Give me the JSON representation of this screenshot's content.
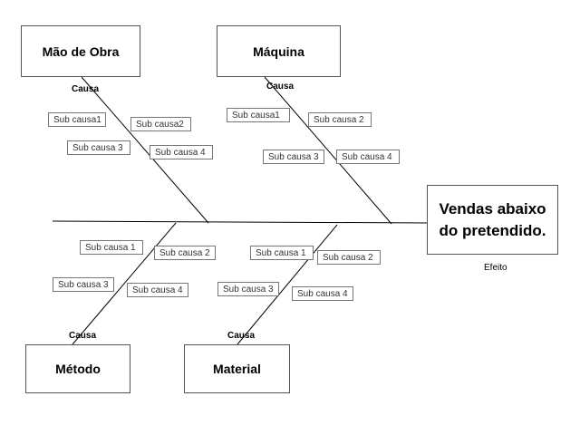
{
  "effect": {
    "line1": "Vendas abaixo",
    "line2": "do pretendido.",
    "label": "Efeito"
  },
  "causes": {
    "mao_de_obra": {
      "title": "Mão de Obra",
      "label": "Causa",
      "subs": [
        "Sub causa1",
        "Sub causa2",
        "Sub causa 3",
        "Sub causa 4"
      ]
    },
    "maquina": {
      "title": "Máquina",
      "label": "Causa",
      "subs": [
        "Sub causa1",
        "Sub causa 2",
        "Sub causa 3",
        "Sub causa 4"
      ]
    },
    "metodo": {
      "title": "Método",
      "label": "Causa",
      "subs": [
        "Sub causa 1",
        "Sub causa 2",
        "Sub causa 3",
        "Sub causa 4"
      ]
    },
    "material": {
      "title": "Material",
      "label": "Causa",
      "subs": [
        "Sub causa 1",
        "Sub causa 2",
        "Sub causa 3",
        "Sub causa 4"
      ]
    }
  }
}
